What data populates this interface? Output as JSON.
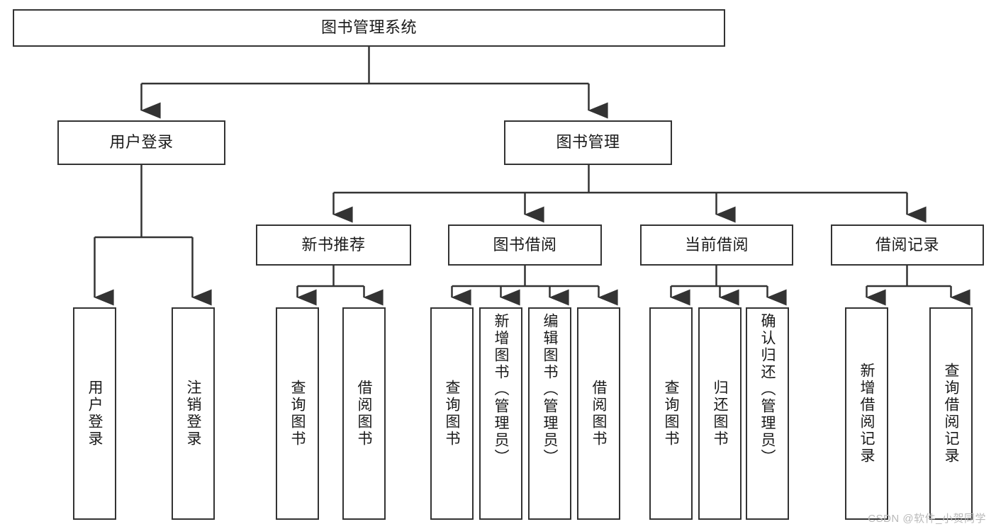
{
  "diagram": {
    "type": "tree",
    "title": "图书管理系统",
    "root": {
      "id": "root",
      "label": "图书管理系统",
      "orientation": "horizontal"
    },
    "level2": [
      {
        "id": "user-login",
        "label": "用户登录",
        "orientation": "horizontal"
      },
      {
        "id": "book-manage",
        "label": "图书管理",
        "orientation": "horizontal"
      }
    ],
    "level3": [
      {
        "id": "new-book-recommend",
        "label": "新书推荐",
        "orientation": "horizontal"
      },
      {
        "id": "book-borrow",
        "label": "图书借阅",
        "orientation": "horizontal"
      },
      {
        "id": "current-borrow",
        "label": "当前借阅",
        "orientation": "horizontal"
      },
      {
        "id": "borrow-record",
        "label": "借阅记录",
        "orientation": "horizontal"
      }
    ],
    "leaves": [
      {
        "id": "leaf-user-login",
        "label": "用户登录",
        "parent": "user-login",
        "orientation": "vertical",
        "align": "center"
      },
      {
        "id": "leaf-logout-login",
        "label": "注销登录",
        "parent": "user-login",
        "orientation": "vertical",
        "align": "center"
      },
      {
        "id": "leaf-query-book-1",
        "label": "查询图书",
        "parent": "new-book-recommend",
        "orientation": "vertical",
        "align": "center"
      },
      {
        "id": "leaf-borrow-book-1",
        "label": "借阅图书",
        "parent": "new-book-recommend",
        "orientation": "vertical",
        "align": "center"
      },
      {
        "id": "leaf-query-book-2",
        "label": "查询图书",
        "parent": "book-borrow",
        "orientation": "vertical",
        "align": "center"
      },
      {
        "id": "leaf-add-book",
        "label": "新增图书（管理员）",
        "parent": "book-borrow",
        "orientation": "vertical",
        "align": "top"
      },
      {
        "id": "leaf-edit-book",
        "label": "编辑图书（管理员）",
        "parent": "book-borrow",
        "orientation": "vertical",
        "align": "top"
      },
      {
        "id": "leaf-borrow-book-2",
        "label": "借阅图书",
        "parent": "book-borrow",
        "orientation": "vertical",
        "align": "center"
      },
      {
        "id": "leaf-query-book-3",
        "label": "查询图书",
        "parent": "current-borrow",
        "orientation": "vertical",
        "align": "center"
      },
      {
        "id": "leaf-return-book",
        "label": "归还图书",
        "parent": "current-borrow",
        "orientation": "vertical",
        "align": "center"
      },
      {
        "id": "leaf-confirm-return",
        "label": "确认归还（管理员）",
        "parent": "current-borrow",
        "orientation": "vertical",
        "align": "top"
      },
      {
        "id": "leaf-add-borrow-record",
        "label": "新增借阅记录",
        "parent": "borrow-record",
        "orientation": "vertical",
        "align": "center"
      },
      {
        "id": "leaf-query-borrow-record",
        "label": "查询借阅记录",
        "parent": "borrow-record",
        "orientation": "vertical",
        "align": "center"
      }
    ],
    "colors": {
      "stroke": "#333333",
      "fill": "#ffffff",
      "text": "#1a1a1a",
      "watermark": "#b9b9b9"
    }
  },
  "watermark": {
    "text": "CSDN @软件_小贺同学"
  }
}
